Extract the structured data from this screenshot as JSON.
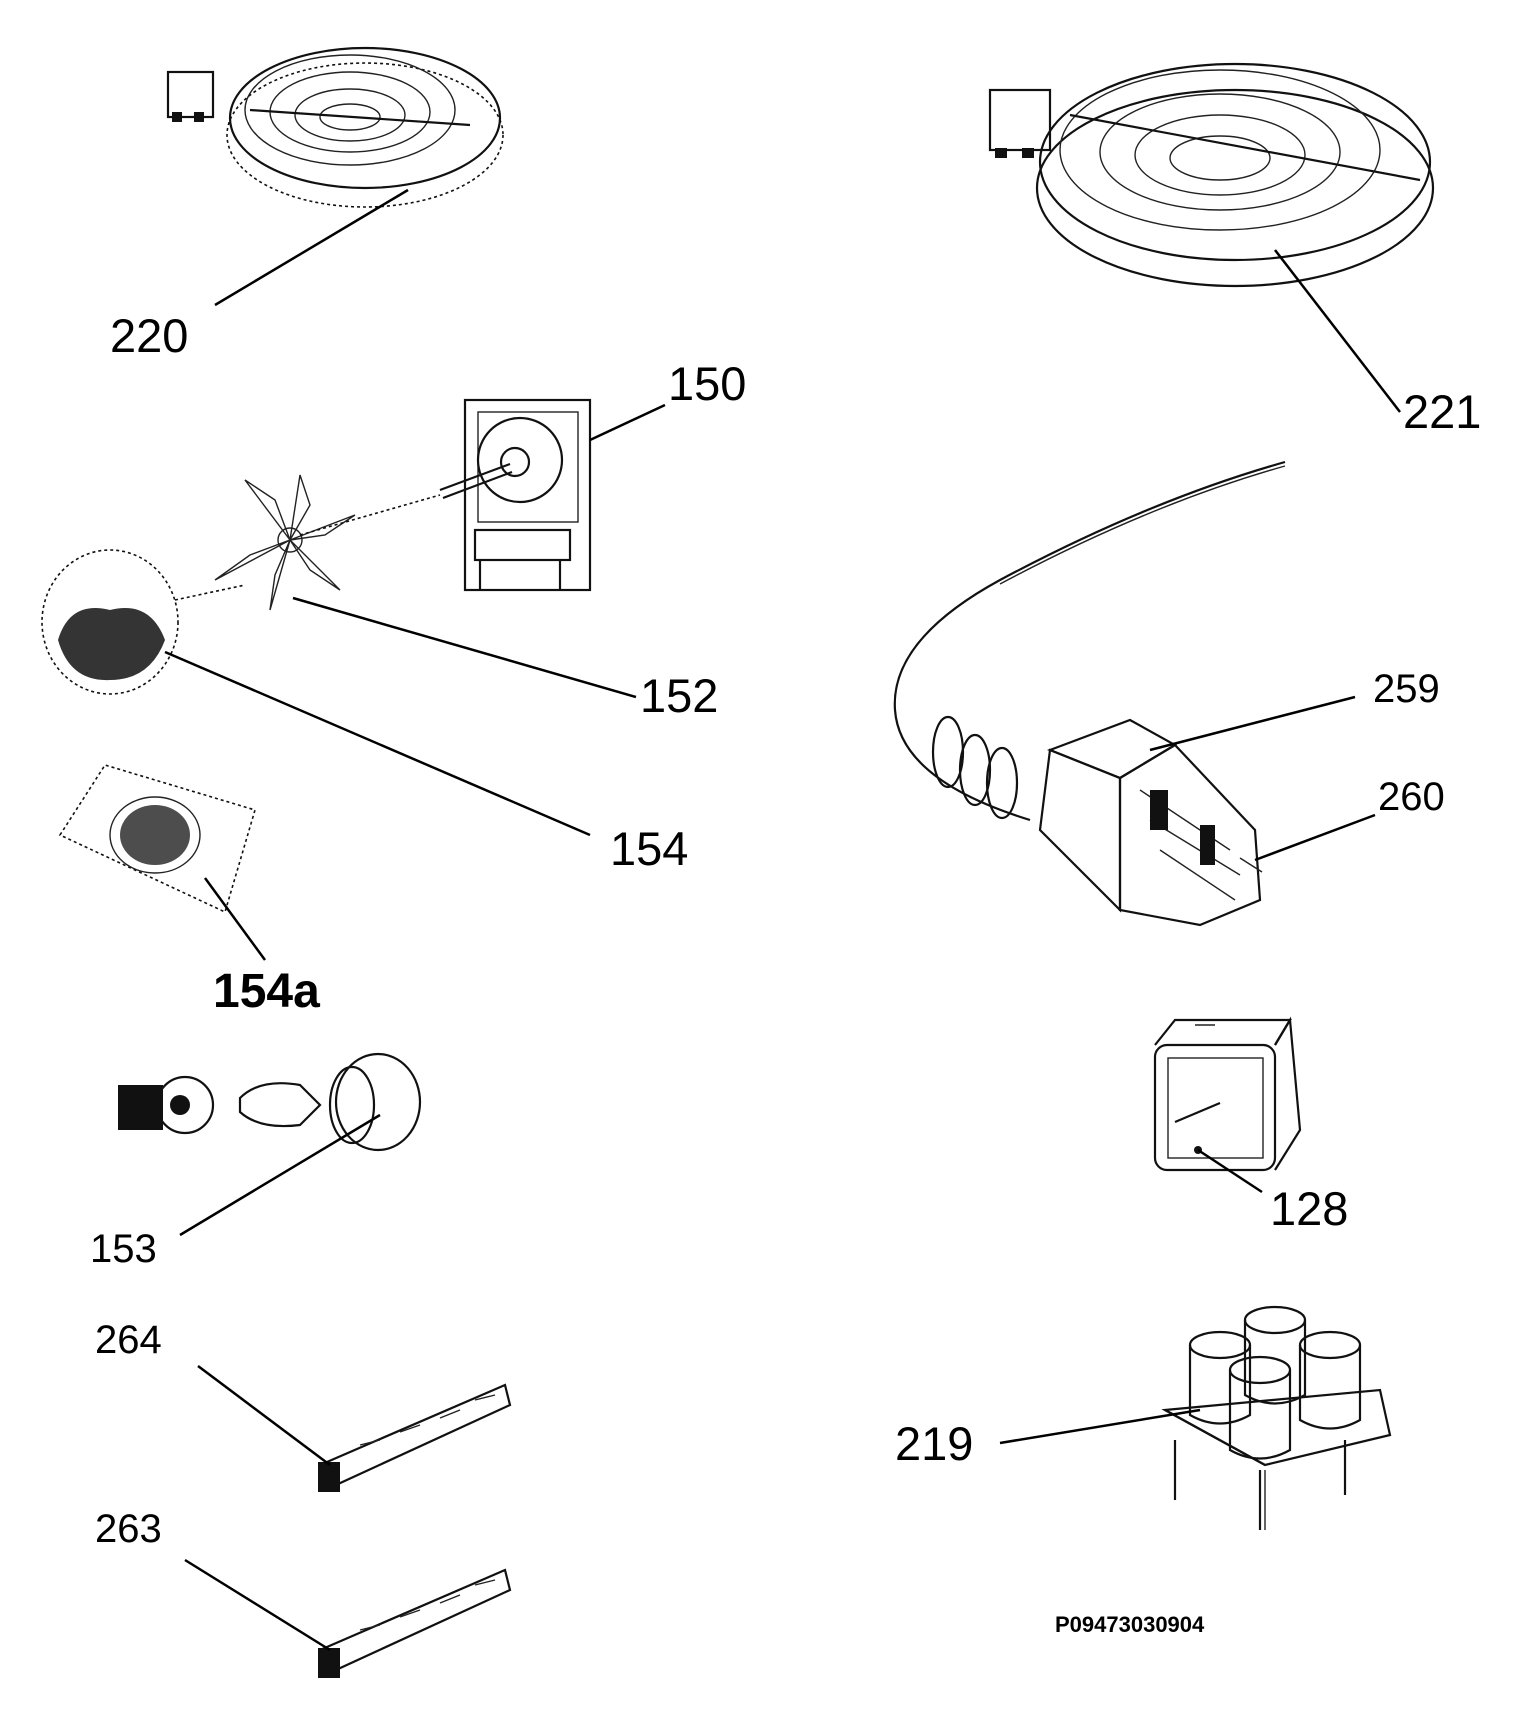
{
  "title": "",
  "diagram_code": "P09473030904",
  "parts": [
    {
      "id": "220",
      "icon": "radiant-hob-element-small"
    },
    {
      "id": "221",
      "icon": "radiant-hob-element-large"
    },
    {
      "id": "150",
      "icon": "fan-motor"
    },
    {
      "id": "152",
      "icon": "fan-blade"
    },
    {
      "id": "154",
      "icon": "round-grease-filter"
    },
    {
      "id": "154a",
      "icon": "rectangular-filter"
    },
    {
      "id": "153",
      "icon": "oven-lamp"
    },
    {
      "id": "259",
      "icon": "oven-selector-switch"
    },
    {
      "id": "260",
      "icon": "thermostat"
    },
    {
      "id": "128",
      "icon": "timer"
    },
    {
      "id": "219",
      "icon": "capacitor-block"
    },
    {
      "id": "264",
      "icon": "hob-control-switch"
    },
    {
      "id": "263",
      "icon": "hob-control-switch"
    }
  ]
}
